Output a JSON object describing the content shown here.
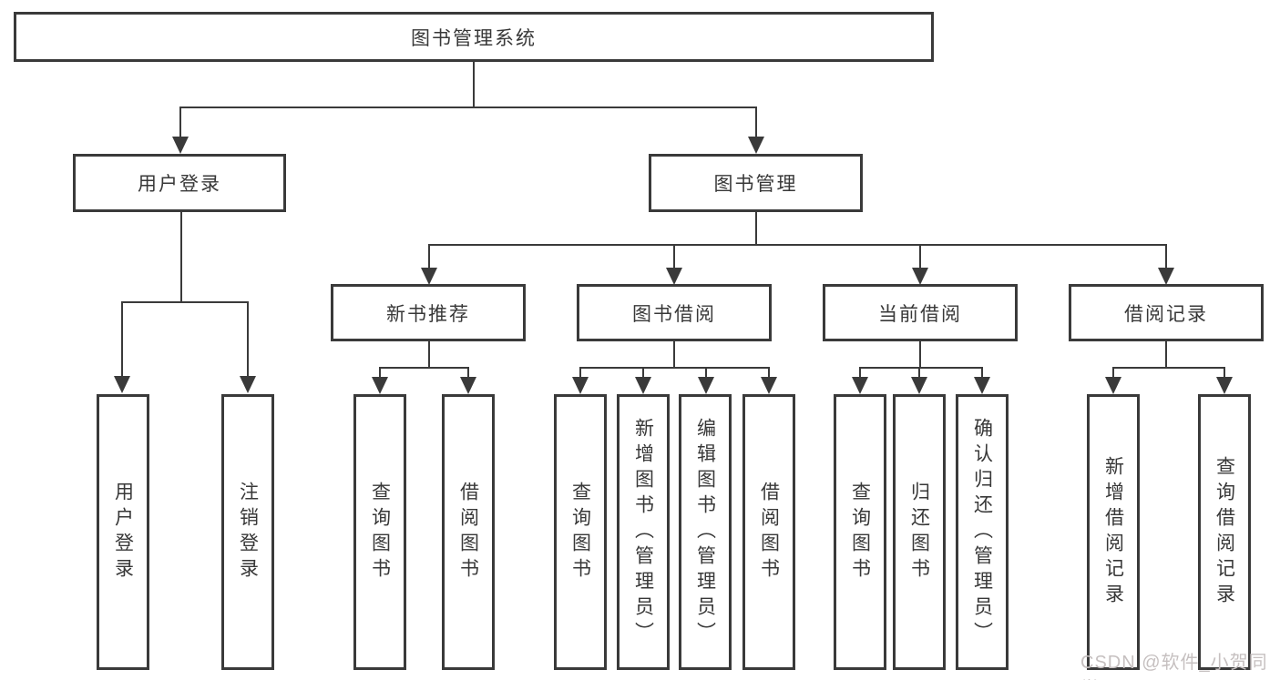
{
  "diagram": {
    "root": {
      "label": "图书管理系统"
    },
    "branches": [
      {
        "label": "用户登录",
        "children": [
          {
            "label": "用户登录"
          },
          {
            "label": "注销登录"
          }
        ]
      },
      {
        "label": "图书管理",
        "children": [
          {
            "label": "新书推荐",
            "children": [
              {
                "label": "查询图书"
              },
              {
                "label": "借阅图书"
              }
            ]
          },
          {
            "label": "图书借阅",
            "children": [
              {
                "label": "查询图书"
              },
              {
                "label": "新增图书（管理员）"
              },
              {
                "label": "编辑图书（管理员）"
              },
              {
                "label": "借阅图书"
              }
            ]
          },
          {
            "label": "当前借阅",
            "children": [
              {
                "label": "查询图书"
              },
              {
                "label": "归还图书"
              },
              {
                "label": "确认归还（管理员）"
              }
            ]
          },
          {
            "label": "借阅记录",
            "children": [
              {
                "label": "新增借阅记录"
              },
              {
                "label": "查询借阅记录"
              }
            ]
          }
        ]
      }
    ]
  },
  "watermark": {
    "text": "CSDN @软件_小贺同学"
  },
  "colors": {
    "line": "#3a3a3a",
    "text": "#383838",
    "background": "#ffffff",
    "watermark": "#c6c0c0"
  }
}
